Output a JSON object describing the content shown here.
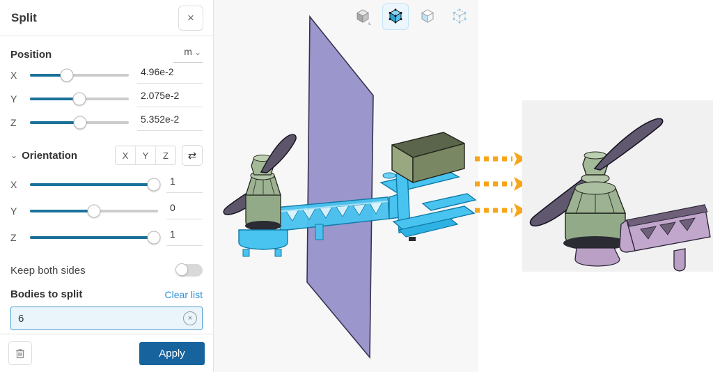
{
  "panel": {
    "title": "Split",
    "position": {
      "label": "Position",
      "unit": "m",
      "sliders": [
        {
          "axis": "X",
          "value": "4.96e-2",
          "percent": 37
        },
        {
          "axis": "Y",
          "value": "2.075e-2",
          "percent": 50
        },
        {
          "axis": "Z",
          "value": "5.352e-2",
          "percent": 51
        }
      ]
    },
    "orientation": {
      "label": "Orientation",
      "axis_buttons": [
        "X",
        "Y",
        "Z"
      ],
      "sliders": [
        {
          "axis": "X",
          "value": "1",
          "percent": 97
        },
        {
          "axis": "Y",
          "value": "0",
          "percent": 50
        },
        {
          "axis": "Z",
          "value": "1",
          "percent": 97
        }
      ]
    },
    "keep_both_sides": {
      "label": "Keep both sides",
      "enabled": false
    },
    "bodies_to_split": {
      "label": "Bodies to split",
      "clear_label": "Clear list",
      "value": "6"
    },
    "footer": {
      "apply_label": "Apply"
    }
  },
  "icons": {
    "close": "×",
    "chevron_down": "⌄",
    "swap": "⇄",
    "clear_x": "×"
  },
  "viewport": {
    "view_modes": [
      {
        "name": "shaded",
        "selected": false
      },
      {
        "name": "shaded-with-edges",
        "selected": true
      },
      {
        "name": "hidden-edges",
        "selected": false
      },
      {
        "name": "wireframe-vertices",
        "selected": false
      }
    ]
  },
  "colors": {
    "accent_blue": "#1a7199",
    "apply_button": "#17639e",
    "link_blue": "#2d8fd5",
    "selection_cyan": "#47c3ef",
    "plane_purple": "#9b97cd",
    "arrow_orange": "#f7a61b",
    "motor_green": "#9cb292",
    "propeller_dark": "#5d5569",
    "split_result_pink": "#c2a7cc",
    "box_olive": "#7a8763"
  }
}
